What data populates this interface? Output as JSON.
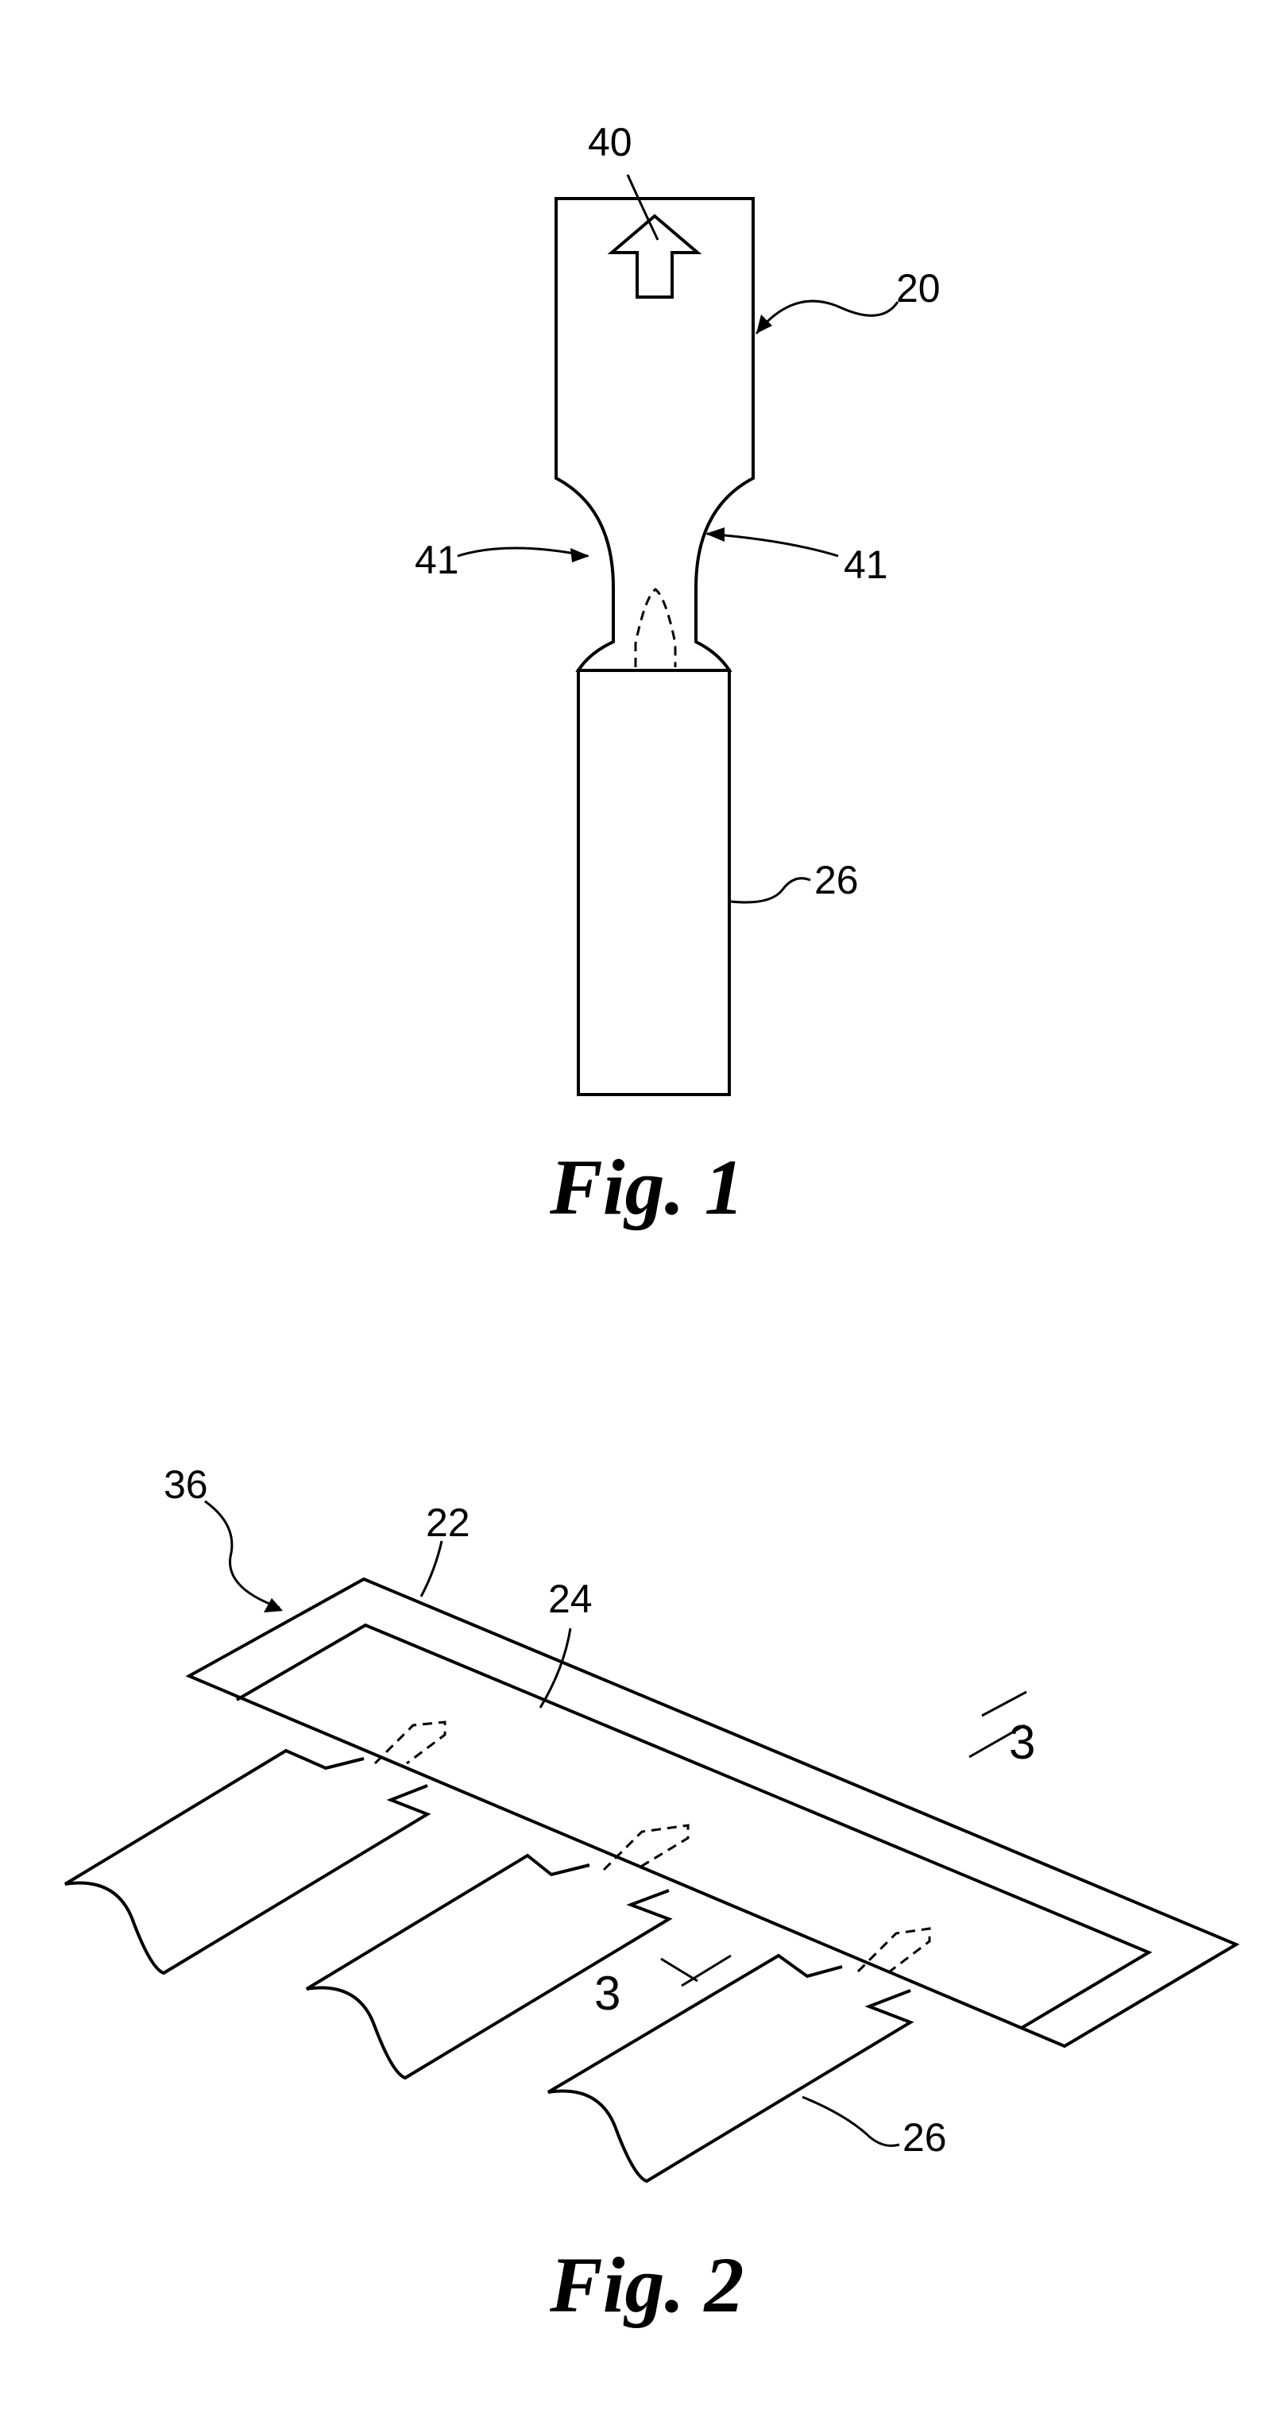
{
  "figures": [
    {
      "caption": "Fig. 1",
      "reference_numerals": {
        "arrow": "40",
        "strip": "20",
        "neck_left": "41",
        "neck_right": "41",
        "tab": "26"
      }
    },
    {
      "caption": "Fig. 2",
      "reference_numerals": {
        "assembly": "36",
        "frame": "22",
        "panel": "24",
        "tab": "26",
        "section_upper": "3",
        "section_lower": "3"
      }
    }
  ]
}
